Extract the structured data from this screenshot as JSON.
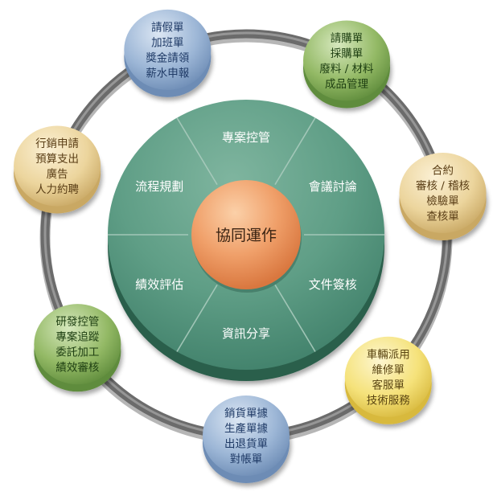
{
  "diagram": {
    "center": {
      "label": "協同運作",
      "colors": {
        "base": "#f0a06a",
        "light": "#fbd0a8",
        "dark": "#d9773f"
      }
    },
    "ring_segments": [
      {
        "id": "project-control",
        "label": "專案控管"
      },
      {
        "id": "meeting-discussion",
        "label": "會議討論"
      },
      {
        "id": "document-signoff",
        "label": "文件簽核"
      },
      {
        "id": "info-sharing",
        "label": "資訊分享"
      },
      {
        "id": "performance-evaluation",
        "label": "績效評估"
      },
      {
        "id": "process-planning",
        "label": "流程規劃"
      }
    ],
    "ring_colors": {
      "top": "#5f9e86",
      "mid": "#3f7f69",
      "side": "#2c5e4c",
      "divider": "#a9cbbd",
      "text": "#ffffff"
    },
    "outer_nodes": [
      {
        "id": "forms",
        "color": "blue",
        "lines": [
          "請假單",
          "加班單",
          "獎金請領",
          "薪水申報"
        ]
      },
      {
        "id": "purchasing",
        "color": "green",
        "lines": [
          "請購單",
          "採購單",
          "廢料 / 材料",
          "成品管理"
        ]
      },
      {
        "id": "contracts",
        "color": "tan",
        "lines": [
          "合約",
          "審核 / 稽核",
          "檢驗單",
          "查核單"
        ]
      },
      {
        "id": "services",
        "color": "yellow",
        "lines": [
          "車輛派用",
          "維修單",
          "客服單",
          "技術服務"
        ]
      },
      {
        "id": "sales-docs",
        "color": "blue",
        "lines": [
          "銷貨單據",
          "生產單據",
          "出退貨單",
          "對帳單"
        ]
      },
      {
        "id": "rnd",
        "color": "green",
        "lines": [
          "研發控管",
          "專案追蹤",
          "委託加工",
          "績效審核"
        ]
      },
      {
        "id": "marketing",
        "color": "tan",
        "lines": [
          "行銷申請",
          "預算支出",
          "廣告",
          "人力約聘"
        ]
      }
    ],
    "palettes": {
      "blue": {
        "light": "#dbe6f3",
        "base": "#9cb6d6",
        "dark": "#6d8cb5",
        "text": "#1f3a66"
      },
      "green": {
        "light": "#d6e8bd",
        "base": "#93b965",
        "dark": "#5f8c3c",
        "text": "#1e3f12"
      },
      "tan": {
        "light": "#fbf0d4",
        "base": "#ecd59d",
        "dark": "#c9a864",
        "text": "#5a3e16"
      },
      "yellow": {
        "light": "#fdf6cf",
        "base": "#f5e27a",
        "dark": "#d8b93e",
        "text": "#5a4512"
      }
    },
    "orbit_color": "#6b6b6b"
  }
}
